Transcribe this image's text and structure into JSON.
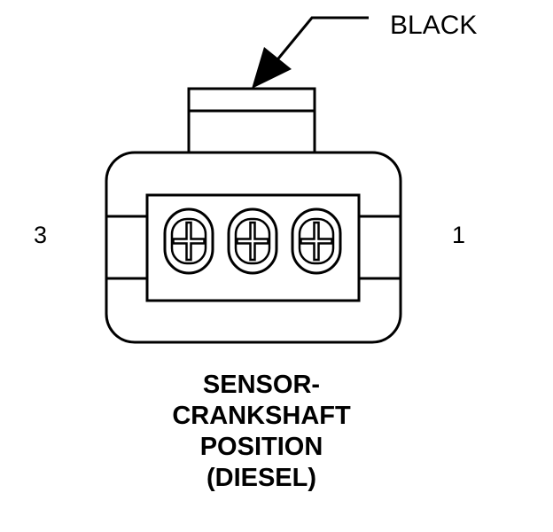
{
  "wire_color": "BLACK",
  "pins": {
    "left": "3",
    "right": "1"
  },
  "title_lines": [
    "SENSOR-",
    "CRANKSHAFT",
    "POSITION",
    "(DIESEL)"
  ],
  "connector": {
    "pin_count": 3,
    "stroke_color": "#000000",
    "fill_color": "#ffffff"
  }
}
